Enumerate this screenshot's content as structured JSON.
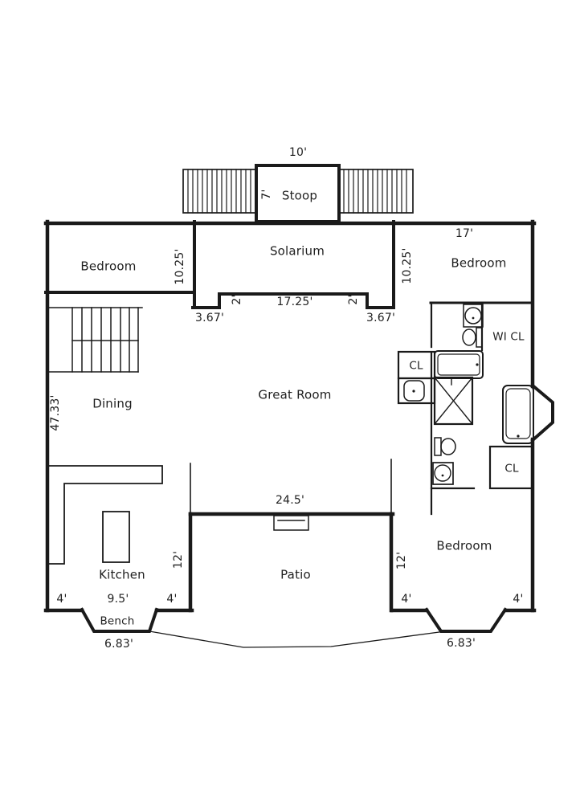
{
  "plan": {
    "rooms": {
      "stoop": "Stoop",
      "solarium": "Solarium",
      "bedroom_top_left": "Bedroom",
      "bedroom_top_right": "Bedroom",
      "bedroom_lower": "Bedroom",
      "dining": "Dining",
      "great_room": "Great Room",
      "kitchen": "Kitchen",
      "patio": "Patio",
      "bench": "Bench",
      "walk_in_closet": "WI CL",
      "closet_hall": "CL",
      "closet_bedroom": "CL"
    },
    "dimensions": {
      "stoop_width": "10'",
      "stoop_depth": "7'",
      "bedroom_top_right_width": "17'",
      "solarium_depth_left": "10.25'",
      "solarium_depth_right": "10.25'",
      "solarium_notch_left": "3.67'",
      "solarium_notch_right": "3.67'",
      "solarium_step_left": "2'",
      "solarium_step_right": "2'",
      "solarium_width": "17.25'",
      "house_depth": "47.33'",
      "patio_width": "24.5'",
      "kitchen_depth": "12'",
      "bedroom_lower_depth": "12'",
      "kitchen_wall_left": "4'",
      "kitchen_width": "9.5'",
      "kitchen_wall_right": "4'",
      "bedroom_lower_wall_left": "4'",
      "bedroom_lower_wall_right": "4'",
      "bench_bay_width": "6.83'",
      "bedroom_bay_width": "6.83'"
    },
    "fixtures": {
      "upper_sink": "sink-icon",
      "upper_toilet": "toilet-icon",
      "upper_tub": "bathtub-icon",
      "utility_fixture": "water-closet-icon",
      "shower": "shower-icon",
      "lower_toilet": "toilet-icon",
      "lower_sink": "sink-icon",
      "bay_tub": "bathtub-icon",
      "stairs": "staircase-icon",
      "kitchen_counter": "counter-icon",
      "kitchen_island": "island-icon",
      "patio_step": "step-icon",
      "deck_left": "deck-hatch-icon",
      "deck_right": "deck-hatch-icon"
    },
    "colors": {
      "wall": "#1a1a1a",
      "background": "#ffffff",
      "text": "#1f1f1f"
    }
  }
}
